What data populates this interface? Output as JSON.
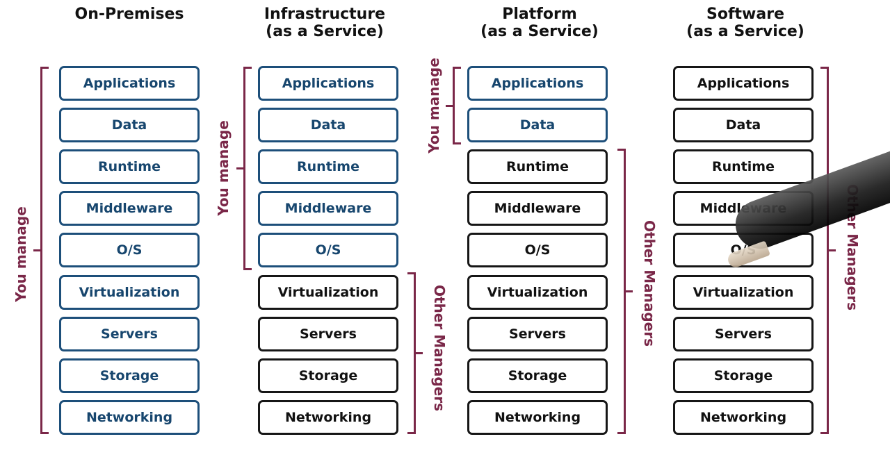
{
  "columns": [
    {
      "title": "On-Premises",
      "layers": [
        "Applications",
        "Data",
        "Runtime",
        "Middleware",
        "O/S",
        "Virtualization",
        "Servers",
        "Storage",
        "Networking"
      ]
    },
    {
      "title": "Infrastructure\n(as a Service)",
      "layers": [
        "Applications",
        "Data",
        "Runtime",
        "Middleware",
        "O/S",
        "Virtualization",
        "Servers",
        "Storage",
        "Networking"
      ]
    },
    {
      "title": "Platform\n(as a Service)",
      "layers": [
        "Applications",
        "Data",
        "Runtime",
        "Middleware",
        "O/S",
        "Virtualization",
        "Servers",
        "Storage",
        "Networking"
      ]
    },
    {
      "title": "Software\n(as a Service)",
      "layers": [
        "Applications",
        "Data",
        "Runtime",
        "Middleware",
        "O/S",
        "Virtualization",
        "Servers",
        "Storage",
        "Networking"
      ]
    }
  ],
  "labels": {
    "you_manage": "You manage",
    "other_managers": "Other Managers"
  },
  "colors": {
    "you_manage": "#1d4f7a",
    "other_managers": "#161616",
    "bracket": "#7a2748"
  }
}
